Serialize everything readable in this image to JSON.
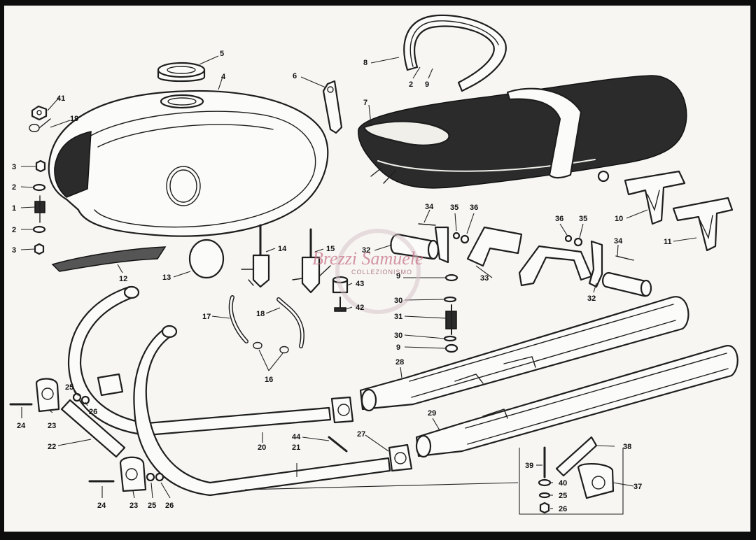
{
  "labels": [
    {
      "id": "4",
      "text": "4"
    },
    {
      "id": "5",
      "text": "5"
    },
    {
      "id": "41",
      "text": "41"
    },
    {
      "id": "19",
      "text": "19"
    },
    {
      "id": "3a",
      "text": "3"
    },
    {
      "id": "2a",
      "text": "2"
    },
    {
      "id": "1",
      "text": "1"
    },
    {
      "id": "2b",
      "text": "2"
    },
    {
      "id": "3b",
      "text": "3"
    },
    {
      "id": "6",
      "text": "6"
    },
    {
      "id": "7",
      "text": "7"
    },
    {
      "id": "8",
      "text": "8"
    },
    {
      "id": "2c",
      "text": "2"
    },
    {
      "id": "9a",
      "text": "9"
    },
    {
      "id": "10",
      "text": "10"
    },
    {
      "id": "11",
      "text": "11"
    },
    {
      "id": "12",
      "text": "12"
    },
    {
      "id": "13",
      "text": "13"
    },
    {
      "id": "14",
      "text": "14"
    },
    {
      "id": "15",
      "text": "15"
    },
    {
      "id": "32a",
      "text": "32"
    },
    {
      "id": "34a",
      "text": "34"
    },
    {
      "id": "35a",
      "text": "35"
    },
    {
      "id": "36a",
      "text": "36"
    },
    {
      "id": "36b",
      "text": "36"
    },
    {
      "id": "35b",
      "text": "35"
    },
    {
      "id": "34b",
      "text": "34"
    },
    {
      "id": "33",
      "text": "33"
    },
    {
      "id": "32b",
      "text": "32"
    },
    {
      "id": "9b",
      "text": "9"
    },
    {
      "id": "43",
      "text": "43"
    },
    {
      "id": "42",
      "text": "42"
    },
    {
      "id": "30a",
      "text": "30"
    },
    {
      "id": "31",
      "text": "31"
    },
    {
      "id": "30b",
      "text": "30"
    },
    {
      "id": "9c",
      "text": "9"
    },
    {
      "id": "17",
      "text": "17"
    },
    {
      "id": "18",
      "text": "18"
    },
    {
      "id": "16",
      "text": "16"
    },
    {
      "id": "28",
      "text": "28"
    },
    {
      "id": "29",
      "text": "29"
    },
    {
      "id": "25a",
      "text": "25"
    },
    {
      "id": "26a",
      "text": "26"
    },
    {
      "id": "24a",
      "text": "24"
    },
    {
      "id": "23a",
      "text": "23"
    },
    {
      "id": "22",
      "text": "22"
    },
    {
      "id": "20",
      "text": "20"
    },
    {
      "id": "27",
      "text": "27"
    },
    {
      "id": "44",
      "text": "44"
    },
    {
      "id": "21",
      "text": "21"
    },
    {
      "id": "24b",
      "text": "24"
    },
    {
      "id": "23b",
      "text": "23"
    },
    {
      "id": "25b",
      "text": "25"
    },
    {
      "id": "26b",
      "text": "26"
    },
    {
      "id": "39",
      "text": "39"
    },
    {
      "id": "38",
      "text": "38"
    },
    {
      "id": "40",
      "text": "40"
    },
    {
      "id": "37",
      "text": "37"
    },
    {
      "id": "25c",
      "text": "25"
    },
    {
      "id": "26c",
      "text": "26"
    }
  ],
  "watermark": {
    "name": "Brezzi Samuele",
    "sub": "COLLEZIONISMO"
  },
  "colors": {
    "line": "#1e1e1e",
    "paper": "#f7f6f3",
    "frame": "#0d0d0d",
    "watermark": "#c9748a"
  }
}
